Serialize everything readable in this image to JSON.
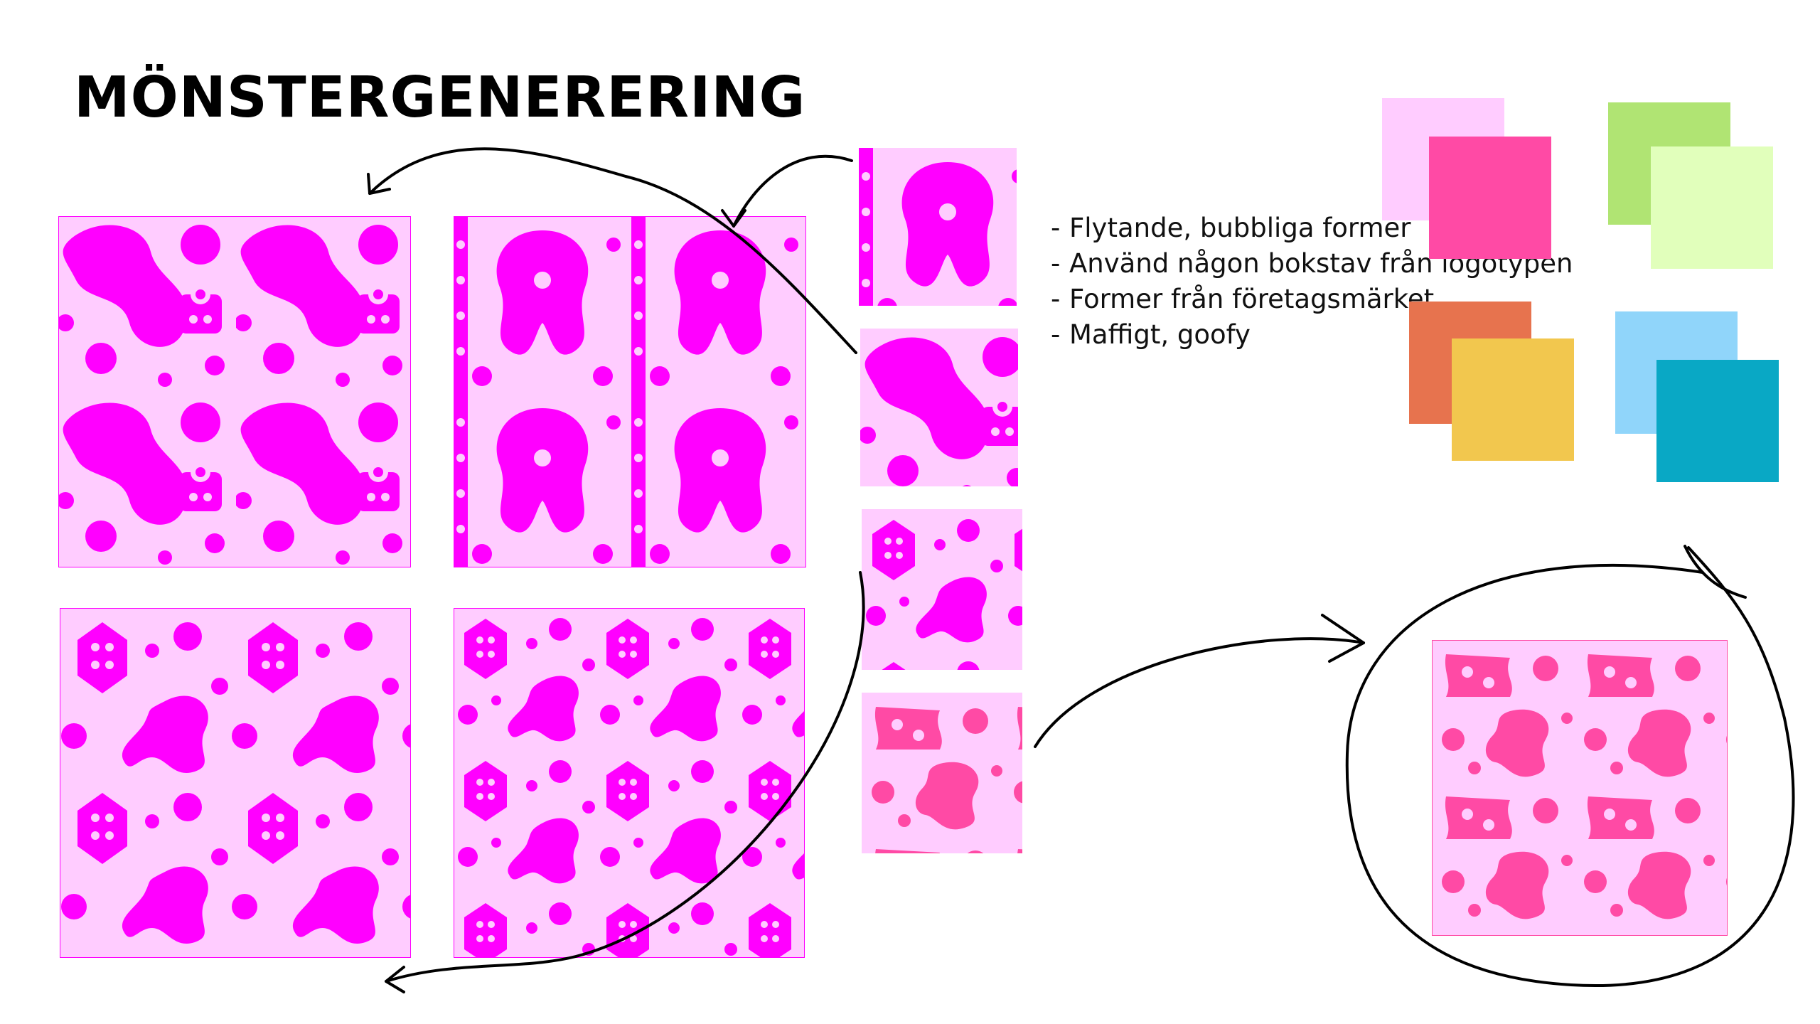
{
  "title": "MÖNSTERGENERERING",
  "notes": [
    "Flytande, bubbliga former",
    "Använd någon bokstav från logotypen",
    "Former från företagsmärket",
    "Maffigt, goofy"
  ],
  "colors": {
    "light_pink": "#ffccff",
    "magenta": "#ff00ff",
    "hot_pink": "#ff4aa5",
    "swatch_pairs": [
      [
        "#ffccff",
        "#ff4aa5"
      ],
      [
        "#b0e473",
        "#e1ffbb"
      ],
      [
        "#e7734e",
        "#f2c74e"
      ],
      [
        "#90d5fa",
        "#09a8c5"
      ]
    ]
  }
}
